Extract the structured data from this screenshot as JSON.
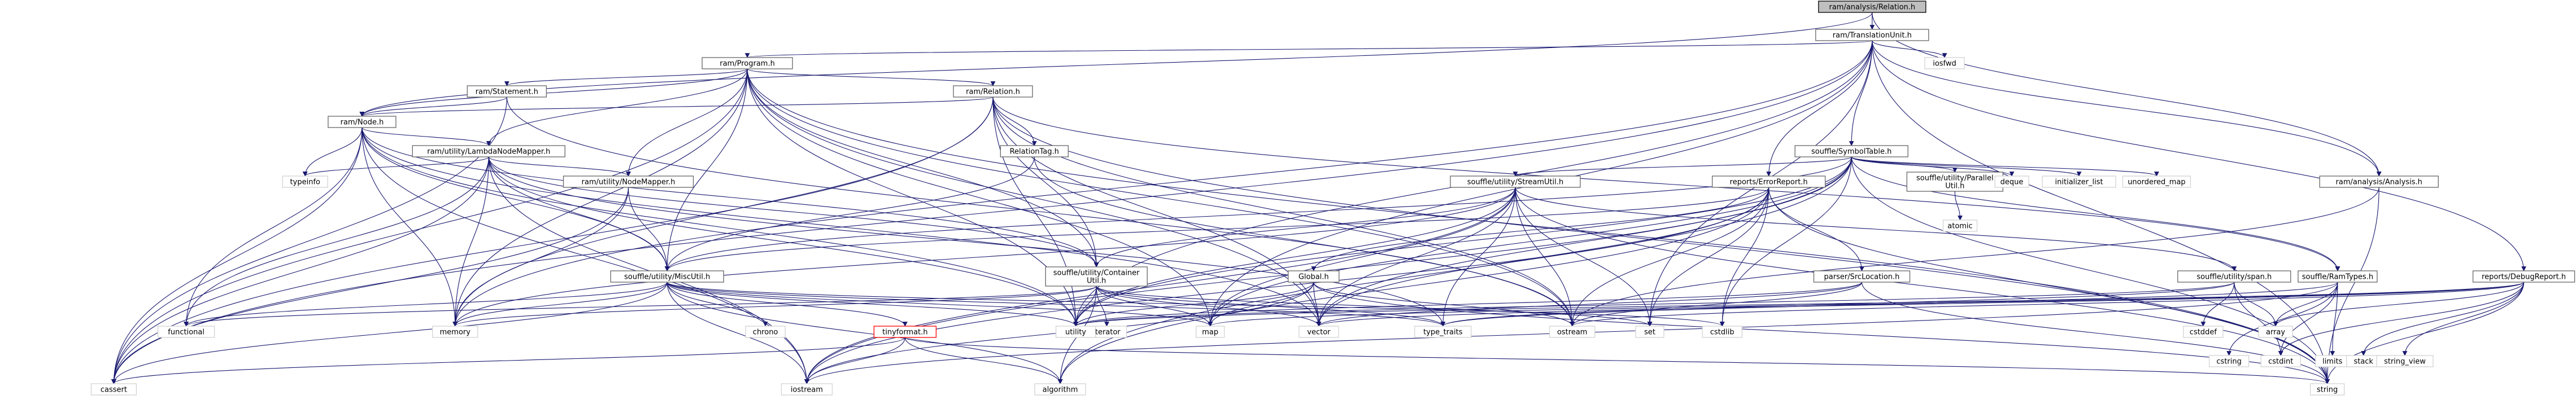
{
  "colors": {
    "edge": "#191970",
    "root_fill": "#bfbfbf",
    "node_border": "#666666",
    "system_header_border": "#d3d3d3",
    "cycle_node_border": "#ff0000"
  },
  "diagram": {
    "nodes": {
      "analysis_relation": {
        "lines": [
          "ram/analysis/Relation.h"
        ],
        "kind": "root"
      },
      "translation_unit": {
        "lines": [
          "ram/TranslationUnit.h"
        ],
        "kind": "file"
      },
      "program": {
        "lines": [
          "ram/Program.h"
        ],
        "kind": "file"
      },
      "statement": {
        "lines": [
          "ram/Statement.h"
        ],
        "kind": "file"
      },
      "ram_relation": {
        "lines": [
          "ram/Relation.h"
        ],
        "kind": "file"
      },
      "ram_node": {
        "lines": [
          "ram/Node.h"
        ],
        "kind": "file"
      },
      "lambda_node_mapper": {
        "lines": [
          "ram/utility/LambdaNodeMapper.h"
        ],
        "kind": "file"
      },
      "node_mapper": {
        "lines": [
          "ram/utility/NodeMapper.h"
        ],
        "kind": "file"
      },
      "relation_tag": {
        "lines": [
          "RelationTag.h"
        ],
        "kind": "file"
      },
      "misc_util": {
        "lines": [
          "souffle/utility/MiscUtil.h"
        ],
        "kind": "file"
      },
      "container_util": {
        "lines": [
          "souffle/utility/Container",
          "Util.h"
        ],
        "kind": "file"
      },
      "global": {
        "lines": [
          "Global.h"
        ],
        "kind": "file"
      },
      "tinyformat": {
        "lines": [
          "tinyformat.h"
        ],
        "kind": "cycle"
      },
      "symbol_table": {
        "lines": [
          "souffle/SymbolTable.h"
        ],
        "kind": "file"
      },
      "stream_util": {
        "lines": [
          "souffle/utility/StreamUtil.h"
        ],
        "kind": "file"
      },
      "parallel_util": {
        "lines": [
          "souffle/utility/Parallel",
          "Util.h"
        ],
        "kind": "file"
      },
      "error_report": {
        "lines": [
          "reports/ErrorReport.h"
        ],
        "kind": "file"
      },
      "src_location": {
        "lines": [
          "parser/SrcLocation.h"
        ],
        "kind": "file"
      },
      "span": {
        "lines": [
          "souffle/utility/span.h"
        ],
        "kind": "file"
      },
      "ram_types": {
        "lines": [
          "souffle/RamTypes.h"
        ],
        "kind": "file"
      },
      "debug_report": {
        "lines": [
          "reports/DebugReport.h"
        ],
        "kind": "file"
      },
      "analysis_h": {
        "lines": [
          "ram/analysis/Analysis.h"
        ],
        "kind": "file"
      },
      "iosfwd": {
        "lines": [
          "iosfwd"
        ],
        "kind": "system"
      },
      "deque": {
        "lines": [
          "deque"
        ],
        "kind": "system"
      },
      "initializer_list": {
        "lines": [
          "initializer_list"
        ],
        "kind": "system"
      },
      "unordered_map": {
        "lines": [
          "unordered_map"
        ],
        "kind": "system"
      },
      "atomic": {
        "lines": [
          "atomic"
        ],
        "kind": "system"
      },
      "typeinfo": {
        "lines": [
          "typeinfo"
        ],
        "kind": "system"
      },
      "functional": {
        "lines": [
          "functional"
        ],
        "kind": "system"
      },
      "memory": {
        "lines": [
          "memory"
        ],
        "kind": "system"
      },
      "chrono": {
        "lines": [
          "chrono"
        ],
        "kind": "system"
      },
      "iterator": {
        "lines": [
          "iterator"
        ],
        "kind": "system"
      },
      "utility": {
        "lines": [
          "utility"
        ],
        "kind": "system"
      },
      "map": {
        "lines": [
          "map"
        ],
        "kind": "system"
      },
      "vector": {
        "lines": [
          "vector"
        ],
        "kind": "system"
      },
      "type_traits": {
        "lines": [
          "type_traits"
        ],
        "kind": "system"
      },
      "ostream": {
        "lines": [
          "ostream"
        ],
        "kind": "system"
      },
      "set": {
        "lines": [
          "set"
        ],
        "kind": "system"
      },
      "cstdlib": {
        "lines": [
          "cstdlib"
        ],
        "kind": "system"
      },
      "cstddef": {
        "lines": [
          "cstddef"
        ],
        "kind": "system"
      },
      "array": {
        "lines": [
          "array"
        ],
        "kind": "system"
      },
      "cstring": {
        "lines": [
          "cstring"
        ],
        "kind": "system"
      },
      "cstdint": {
        "lines": [
          "cstdint"
        ],
        "kind": "system"
      },
      "limits": {
        "lines": [
          "limits"
        ],
        "kind": "system"
      },
      "stack": {
        "lines": [
          "stack"
        ],
        "kind": "system"
      },
      "string_view": {
        "lines": [
          "string_view"
        ],
        "kind": "system"
      },
      "cassert": {
        "lines": [
          "cassert"
        ],
        "kind": "system"
      },
      "iostream": {
        "lines": [
          "iostream"
        ],
        "kind": "system"
      },
      "algorithm": {
        "lines": [
          "algorithm"
        ],
        "kind": "system"
      },
      "string": {
        "lines": [
          "string"
        ],
        "kind": "system"
      }
    },
    "edges": [
      [
        "analysis_relation",
        "translation_unit"
      ],
      [
        "analysis_relation",
        "ram_node"
      ],
      [
        "analysis_relation",
        "analysis_h"
      ],
      [
        "translation_unit",
        "program"
      ],
      [
        "translation_unit",
        "iosfwd"
      ],
      [
        "translation_unit",
        "symbol_table"
      ],
      [
        "translation_unit",
        "error_report"
      ],
      [
        "translation_unit",
        "debug_report"
      ],
      [
        "translation_unit",
        "analysis_h"
      ],
      [
        "translation_unit",
        "cassert"
      ],
      [
        "translation_unit",
        "memory"
      ],
      [
        "translation_unit",
        "utility"
      ],
      [
        "translation_unit",
        "map"
      ],
      [
        "translation_unit",
        "set"
      ],
      [
        "translation_unit",
        "string"
      ],
      [
        "program",
        "statement"
      ],
      [
        "program",
        "ram_relation"
      ],
      [
        "program",
        "ram_node"
      ],
      [
        "program",
        "lambda_node_mapper"
      ],
      [
        "program",
        "node_mapper"
      ],
      [
        "program",
        "misc_util"
      ],
      [
        "program",
        "container_util"
      ],
      [
        "program",
        "cassert"
      ],
      [
        "program",
        "map"
      ],
      [
        "program",
        "vector"
      ],
      [
        "program",
        "ostream"
      ],
      [
        "program",
        "string"
      ],
      [
        "program",
        "utility"
      ],
      [
        "program",
        "memory"
      ],
      [
        "statement",
        "ram_node"
      ],
      [
        "statement",
        "cassert"
      ],
      [
        "statement",
        "ostream"
      ],
      [
        "ram_relation",
        "ram_node"
      ],
      [
        "ram_relation",
        "relation_tag"
      ],
      [
        "ram_relation",
        "container_util"
      ],
      [
        "ram_relation",
        "ram_types"
      ],
      [
        "ram_relation",
        "memory"
      ],
      [
        "ram_relation",
        "utility"
      ],
      [
        "ram_relation",
        "vector"
      ],
      [
        "ram_relation",
        "ostream"
      ],
      [
        "ram_relation",
        "string"
      ],
      [
        "ram_relation",
        "cassert"
      ],
      [
        "ram_node",
        "lambda_node_mapper"
      ],
      [
        "ram_node",
        "misc_util"
      ],
      [
        "ram_node",
        "container_util"
      ],
      [
        "ram_node",
        "typeinfo"
      ],
      [
        "ram_node",
        "functional"
      ],
      [
        "ram_node",
        "memory"
      ],
      [
        "ram_node",
        "cassert"
      ],
      [
        "ram_node",
        "vector"
      ],
      [
        "ram_node",
        "iostream"
      ],
      [
        "ram_node",
        "utility"
      ],
      [
        "lambda_node_mapper",
        "node_mapper"
      ],
      [
        "lambda_node_mapper",
        "misc_util"
      ],
      [
        "lambda_node_mapper",
        "container_util"
      ],
      [
        "lambda_node_mapper",
        "typeinfo"
      ],
      [
        "lambda_node_mapper",
        "functional"
      ],
      [
        "lambda_node_mapper",
        "memory"
      ],
      [
        "lambda_node_mapper",
        "cassert"
      ],
      [
        "lambda_node_mapper",
        "utility"
      ],
      [
        "lambda_node_mapper",
        "type_traits"
      ],
      [
        "lambda_node_mapper",
        "iostream"
      ],
      [
        "node_mapper",
        "misc_util"
      ],
      [
        "node_mapper",
        "memory"
      ],
      [
        "node_mapper",
        "cassert"
      ],
      [
        "relation_tag",
        "misc_util"
      ],
      [
        "relation_tag",
        "ostream"
      ],
      [
        "misc_util",
        "tinyformat"
      ],
      [
        "misc_util",
        "chrono"
      ],
      [
        "misc_util",
        "cassert"
      ],
      [
        "misc_util",
        "cstdlib"
      ],
      [
        "misc_util",
        "utility"
      ],
      [
        "misc_util",
        "memory"
      ],
      [
        "misc_util",
        "map"
      ],
      [
        "misc_util",
        "type_traits"
      ],
      [
        "misc_util",
        "iostream"
      ],
      [
        "misc_util",
        "algorithm"
      ],
      [
        "misc_util",
        "functional"
      ],
      [
        "container_util",
        "iterator"
      ],
      [
        "container_util",
        "utility"
      ],
      [
        "container_util",
        "map"
      ],
      [
        "container_util",
        "vector"
      ],
      [
        "container_util",
        "set"
      ],
      [
        "container_util",
        "memory"
      ],
      [
        "container_util",
        "type_traits"
      ],
      [
        "container_util",
        "algorithm"
      ],
      [
        "container_util",
        "functional"
      ],
      [
        "global",
        "map"
      ],
      [
        "global",
        "vector"
      ],
      [
        "global",
        "ostream"
      ],
      [
        "global",
        "iostream"
      ],
      [
        "global",
        "string"
      ],
      [
        "global",
        "utility"
      ],
      [
        "tinyformat",
        "cassert"
      ],
      [
        "tinyformat",
        "iostream"
      ],
      [
        "tinyformat",
        "string"
      ],
      [
        "tinyformat",
        "algorithm"
      ],
      [
        "symbol_table",
        "stream_util"
      ],
      [
        "symbol_table",
        "parallel_util"
      ],
      [
        "symbol_table",
        "ram_types"
      ],
      [
        "symbol_table",
        "misc_util"
      ],
      [
        "symbol_table",
        "deque"
      ],
      [
        "symbol_table",
        "initializer_list"
      ],
      [
        "symbol_table",
        "unordered_map"
      ],
      [
        "symbol_table",
        "iostream"
      ],
      [
        "symbol_table",
        "string"
      ],
      [
        "symbol_table",
        "vector"
      ],
      [
        "symbol_table",
        "utility"
      ],
      [
        "symbol_table",
        "map"
      ],
      [
        "symbol_table",
        "cstdlib"
      ],
      [
        "symbol_table",
        "algorithm"
      ],
      [
        "stream_util",
        "container_util"
      ],
      [
        "stream_util",
        "span"
      ],
      [
        "stream_util",
        "map"
      ],
      [
        "stream_util",
        "vector"
      ],
      [
        "stream_util",
        "ostream"
      ],
      [
        "stream_util",
        "set"
      ],
      [
        "stream_util",
        "type_traits"
      ],
      [
        "stream_util",
        "utility"
      ],
      [
        "stream_util",
        "iostream"
      ],
      [
        "stream_util",
        "memory"
      ],
      [
        "stream_util",
        "string"
      ],
      [
        "parallel_util",
        "atomic"
      ],
      [
        "error_report",
        "src_location"
      ],
      [
        "error_report",
        "global"
      ],
      [
        "error_report",
        "misc_util"
      ],
      [
        "error_report",
        "ostream"
      ],
      [
        "error_report",
        "set"
      ],
      [
        "error_report",
        "vector"
      ],
      [
        "error_report",
        "string"
      ],
      [
        "error_report",
        "cstdlib"
      ],
      [
        "error_report",
        "algorithm"
      ],
      [
        "error_report",
        "iostream"
      ],
      [
        "src_location",
        "ostream"
      ],
      [
        "src_location",
        "string"
      ],
      [
        "src_location",
        "utility"
      ],
      [
        "src_location",
        "vector"
      ],
      [
        "span",
        "cstddef"
      ],
      [
        "span",
        "array"
      ],
      [
        "span",
        "cstdint"
      ],
      [
        "span",
        "type_traits"
      ],
      [
        "span",
        "utility"
      ],
      [
        "ram_types",
        "cstring"
      ],
      [
        "ram_types",
        "cstdint"
      ],
      [
        "ram_types",
        "limits"
      ],
      [
        "ram_types",
        "array"
      ],
      [
        "ram_types",
        "type_traits"
      ],
      [
        "ram_types",
        "iostream"
      ],
      [
        "debug_report",
        "stack"
      ],
      [
        "debug_report",
        "string_view"
      ],
      [
        "debug_report",
        "ostream"
      ],
      [
        "debug_report",
        "string"
      ],
      [
        "debug_report",
        "vector"
      ],
      [
        "debug_report",
        "cstdint"
      ],
      [
        "debug_report",
        "array"
      ],
      [
        "debug_report",
        "utility"
      ],
      [
        "debug_report",
        "map"
      ],
      [
        "analysis_h",
        "string"
      ],
      [
        "analysis_h",
        "ostream"
      ]
    ]
  }
}
